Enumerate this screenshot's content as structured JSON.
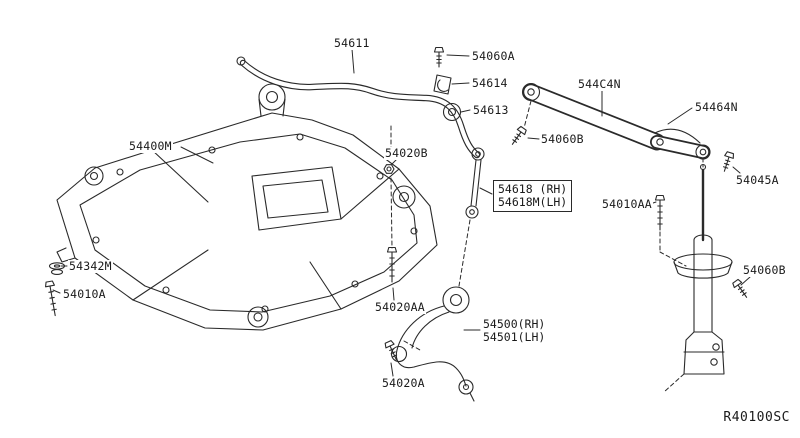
{
  "diagram": {
    "ref_code": "R40100SC",
    "background": "#ffffff",
    "line_color": "#2a2a2a",
    "labels": {
      "stabilizer_bar": "54611",
      "bolt_54060a": "54060A",
      "clamp_54614": "54614",
      "bushing_54613": "54613",
      "crossbar_544c4n": "544C4N",
      "bracket_54464n": "54464N",
      "subframe_54400m": "54400M",
      "nut_54020b": "54020B",
      "bolt_54060b_upper": "54060B",
      "stab_link_rh": "54618 (RH)",
      "stab_link_lh": "54618M(LH)",
      "bolt_54045a": "54045A",
      "bolt_54010aa": "54010AA",
      "washer_54342m": "54342M",
      "bolt_54010a": "54010A",
      "bolt_54020aa": "54020AA",
      "control_arm_rh": "54500(RH)",
      "control_arm_lh": "54501(LH)",
      "bolt_54060b_lower": "54060B",
      "bolt_54020a": "54020A"
    }
  }
}
